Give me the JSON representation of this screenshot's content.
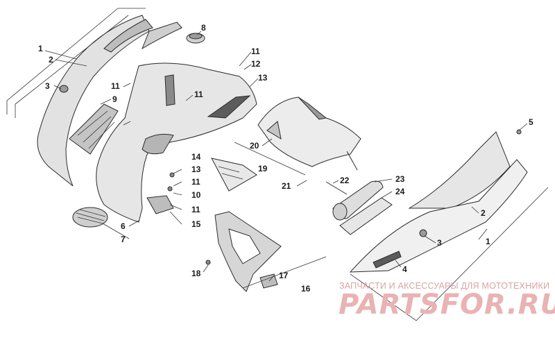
{
  "callouts": [
    "1",
    "2",
    "3",
    "8",
    "11",
    "12",
    "13",
    "9",
    "11",
    "11",
    "20",
    "19",
    "14",
    "13",
    "11",
    "10",
    "11",
    "15",
    "6",
    "7",
    "22",
    "21",
    "23",
    "24",
    "5",
    "2",
    "3",
    "1",
    "4",
    "18",
    "17",
    "16"
  ],
  "watermark": {
    "tagline": "ЗАПЧАСТИ И АКСЕССУАРЫ ДЛЯ МОТОТЕХНИКИ",
    "brand": "PARTSFOR.RU"
  },
  "colors": {
    "outline": "#2a2a2a",
    "body_light": "#eaeaea",
    "body_mid": "#c9c9c9",
    "body_dark": "#7a7a7a",
    "watermark": "#e9b3b3"
  }
}
